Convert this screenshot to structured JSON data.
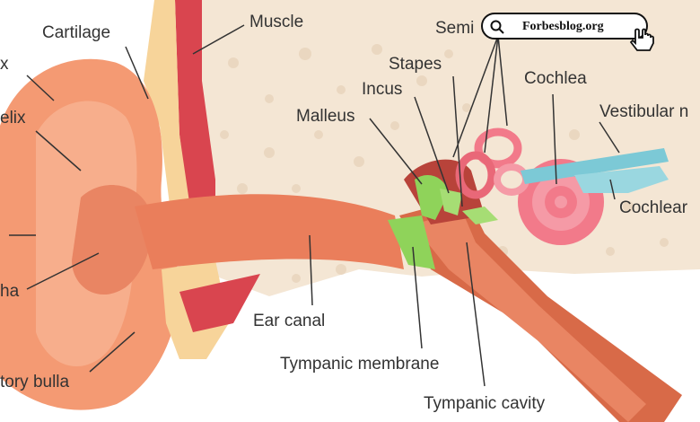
{
  "labels": {
    "cartilage": "Cartilage",
    "muscle": "Muscle",
    "semi": "Semi",
    "stapes": "Stapes",
    "incus": "Incus",
    "cochlea": "Cochlea",
    "malleus": "Malleus",
    "vestibular": "Vestibular n",
    "cochlear": "Cochlear",
    "helix_left": "x",
    "antihelix": "elix",
    "concha": "ha",
    "ear_canal": "Ear canal",
    "tympanic_membrane": "Tympanic membrane",
    "auditory_bulla": "tory bulla",
    "tympanic_cavity": "Tympanic cavity"
  },
  "watermark": {
    "text": "Forbesblog.org",
    "icons": [
      "search-icon",
      "pointing-hand-icon"
    ]
  },
  "colors": {
    "skin": "#f49a73",
    "skin_dark": "#e57a55",
    "bone": "#f4e6d4",
    "cartilage": "#f7d49a",
    "muscle": "#d9454f",
    "ossicle_green": "#8fd35a",
    "cochlea_pink": "#f27a8a",
    "nerve_blue": "#7cc9d6"
  }
}
